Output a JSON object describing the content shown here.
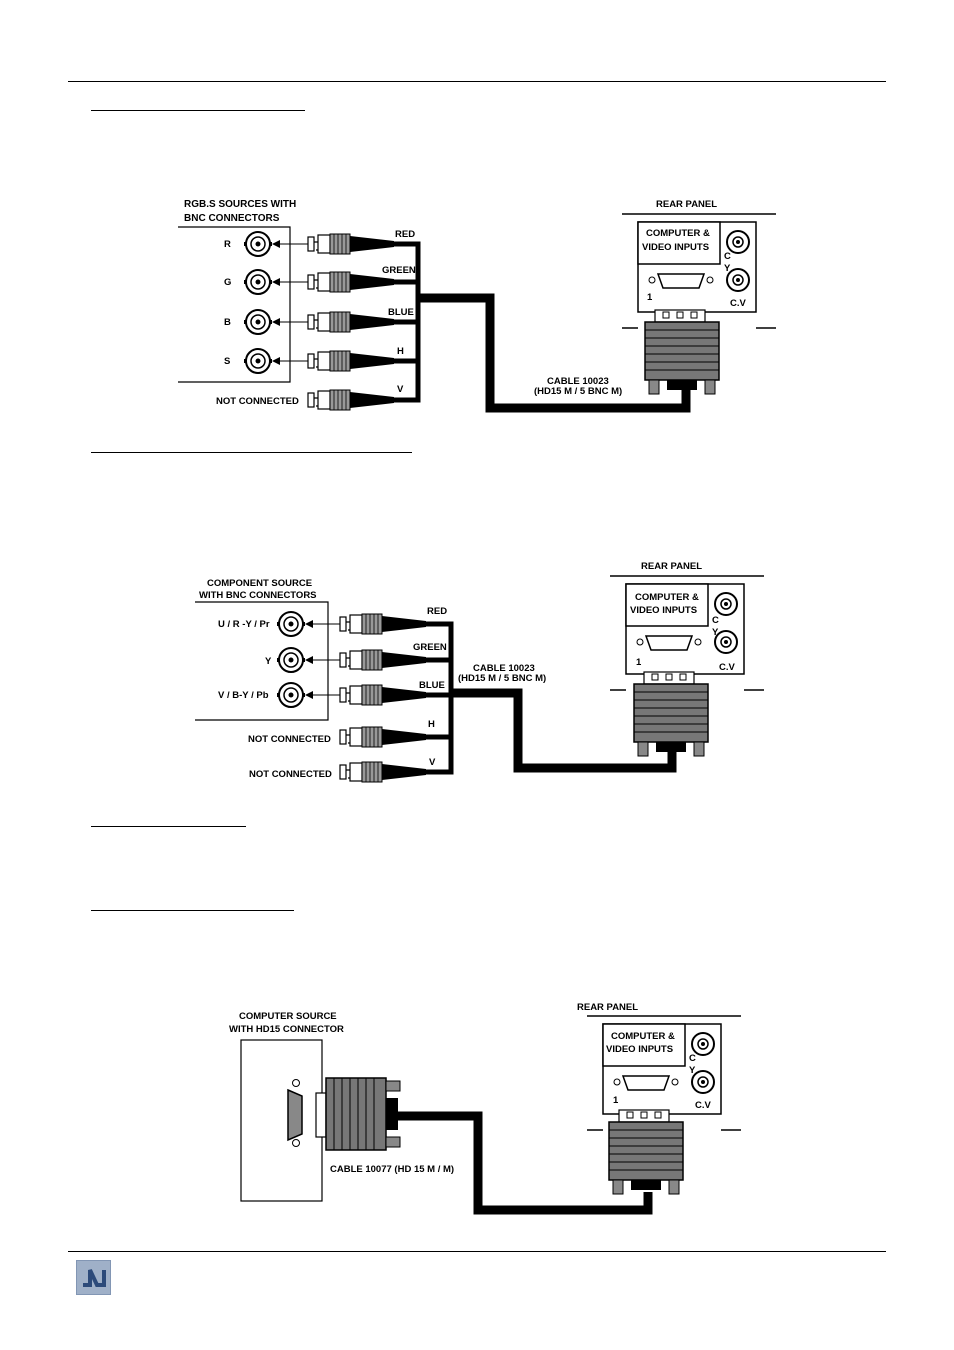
{
  "diagram1": {
    "source_title_1": "RGB.S SOURCES WITH",
    "source_title_2": "BNC CONNECTORS",
    "inputs": [
      "R",
      "G",
      "B",
      "S"
    ],
    "not_connected": "NOT CONNECTED",
    "wires": [
      "RED",
      "GREEN",
      "BLUE",
      "H",
      "V"
    ],
    "cable_1": "CABLE 10023",
    "cable_2": "(HD15 M /  5 BNC M)",
    "rear_panel": "REAR PANEL",
    "panel_line_1": "COMPUTER &",
    "panel_line_2": "VIDEO INPUTS",
    "port_c": "C",
    "port_y": "Y",
    "port_cv": "C.V",
    "port_1": "1"
  },
  "diagram2": {
    "source_title_1": "COMPONENT SOURCE",
    "source_title_2": "WITH BNC CONNECTORS",
    "inputs": [
      "U / R -Y / Pr",
      "Y",
      "V / B-Y / Pb"
    ],
    "not_connected_1": "NOT CONNECTED",
    "not_connected_2": "NOT CONNECTED",
    "wires": [
      "RED",
      "GREEN",
      "BLUE",
      "H",
      "V"
    ],
    "cable_1": "CABLE 10023",
    "cable_2": "(HD15 M /  5 BNC M)",
    "rear_panel": "REAR PANEL",
    "panel_line_1": "COMPUTER &",
    "panel_line_2": "VIDEO INPUTS",
    "port_c": "C",
    "port_y": "Y",
    "port_cv": "C.V",
    "port_1": "1"
  },
  "diagram3": {
    "source_title_1": "COMPUTER SOURCE",
    "source_title_2": "WITH HD15 CONNECTOR",
    "cable": "CABLE 10077 (HD 15 M / M)",
    "rear_panel": "REAR PANEL",
    "panel_line_1": "COMPUTER &",
    "panel_line_2": "VIDEO INPUTS",
    "port_c": "C",
    "port_y": "Y",
    "port_cv": "C.V",
    "port_1": "1"
  },
  "colors": {
    "ink": "#000000",
    "connector_grey": "#7a7a7a",
    "logo": "#9fb0c8"
  }
}
